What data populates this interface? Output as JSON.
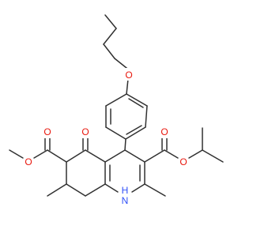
{
  "molecule": {
    "colors": {
      "bond": "#303030",
      "oxygen": "#e8170d",
      "nitrogen": "#3050f8",
      "text_default": "#303030"
    },
    "atom_labels": {
      "o_propoxy": "O",
      "o_ketone": "O",
      "o_methyl_ester_carbonyl": "O",
      "o_methyl_ester_ether": "O",
      "o_isopropyl_ester_carbonyl": "O",
      "o_isopropyl_ester_ether": "O",
      "nh_h": "H",
      "nh_n": "N"
    }
  }
}
